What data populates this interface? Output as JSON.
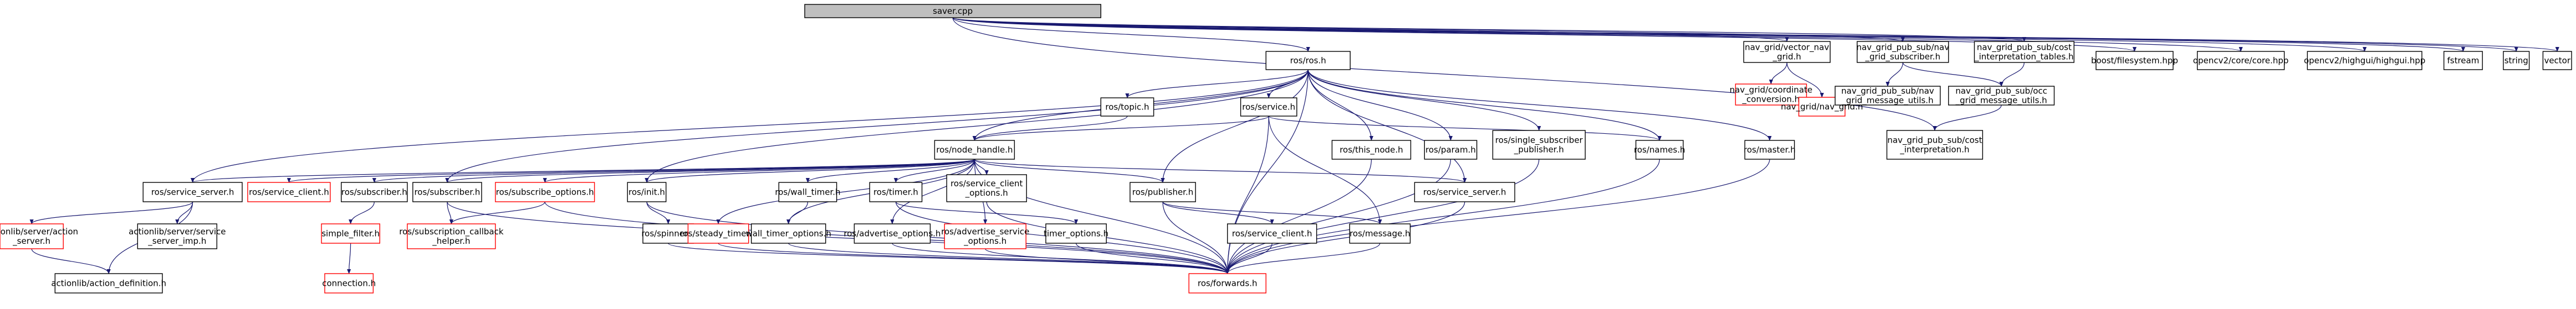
{
  "colors": {
    "box_black": "#000000",
    "box_red": "#ff0000",
    "root_fill": "#bfbfbf",
    "edge": "#191970",
    "text": "#000000"
  },
  "nodes": [
    {
      "id": "saver",
      "lines": [
        "saver.cpp"
      ],
      "red": false,
      "root": true
    },
    {
      "id": "ros_h",
      "lines": [
        "ros/ros.h"
      ],
      "red": false
    },
    {
      "id": "nav_vec",
      "lines": [
        "nav_grid/vector_nav",
        "_grid.h"
      ],
      "red": false
    },
    {
      "id": "nav_sub",
      "lines": [
        "nav_grid_pub_sub/nav",
        "_grid_subscriber.h"
      ],
      "red": false
    },
    {
      "id": "nav_cost_tables",
      "lines": [
        "nav_grid_pub_sub/cost",
        "_interpretation_tables.h"
      ],
      "red": false
    },
    {
      "id": "boost_fs",
      "lines": [
        "boost/filesystem.hpp"
      ],
      "red": false
    },
    {
      "id": "opencv_core",
      "lines": [
        "opencv2/core/core.hpp"
      ],
      "red": false
    },
    {
      "id": "opencv_hg",
      "lines": [
        "opencv2/highgui/highgui.hpp"
      ],
      "red": false
    },
    {
      "id": "fstream",
      "lines": [
        "fstream"
      ],
      "red": false
    },
    {
      "id": "string",
      "lines": [
        "string"
      ],
      "red": false
    },
    {
      "id": "vector",
      "lines": [
        "vector"
      ],
      "red": false
    },
    {
      "id": "ros_topic",
      "lines": [
        "ros/topic.h"
      ],
      "red": false
    },
    {
      "id": "ros_service",
      "lines": [
        "ros/service.h"
      ],
      "red": false
    },
    {
      "id": "nav_coord",
      "lines": [
        "nav_grid/coordinate",
        "_conversion.h"
      ],
      "red": true
    },
    {
      "id": "nav_grid_h",
      "lines": [
        "nav_grid/nav_grid.h"
      ],
      "red": true
    },
    {
      "id": "nav_msg_utils",
      "lines": [
        "nav_grid_pub_sub/nav",
        "_grid_message_utils.h"
      ],
      "red": false
    },
    {
      "id": "nav_occ_utils",
      "lines": [
        "nav_grid_pub_sub/occ",
        "_grid_message_utils.h"
      ],
      "red": false
    },
    {
      "id": "ros_node_handle",
      "lines": [
        "ros/node_handle.h"
      ],
      "red": false
    },
    {
      "id": "ros_this_node",
      "lines": [
        "ros/this_node.h"
      ],
      "red": false
    },
    {
      "id": "ros_param",
      "lines": [
        "ros/param.h"
      ],
      "red": false
    },
    {
      "id": "ros_single_pub",
      "lines": [
        "ros/single_subscriber",
        "_publisher.h"
      ],
      "red": false
    },
    {
      "id": "ros_names",
      "lines": [
        "ros/names.h"
      ],
      "red": false
    },
    {
      "id": "ros_master",
      "lines": [
        "ros/master.h"
      ],
      "red": false
    },
    {
      "id": "nav_cost_interp",
      "lines": [
        "nav_grid_pub_sub/cost",
        "_interpretation.h"
      ],
      "red": false
    },
    {
      "id": "ros_service_server_l",
      "lines": [
        "ros/service_server.h"
      ],
      "red": false
    },
    {
      "id": "ros_service_client_r",
      "lines": [
        "ros/service_client.h"
      ],
      "red": true
    },
    {
      "id": "ros_subscriber_a",
      "lines": [
        "ros/subscriber.h"
      ],
      "red": false
    },
    {
      "id": "ros_subscriber_b",
      "lines": [
        "ros/subscriber.h"
      ],
      "red": false
    },
    {
      "id": "ros_subscribe_options",
      "lines": [
        "ros/subscribe_options.h"
      ],
      "red": true
    },
    {
      "id": "ros_init",
      "lines": [
        "ros/init.h"
      ],
      "red": false
    },
    {
      "id": "ros_wall_timer",
      "lines": [
        "ros/wall_timer.h"
      ],
      "red": false
    },
    {
      "id": "ros_timer",
      "lines": [
        "ros/timer.h"
      ],
      "red": false
    },
    {
      "id": "ros_service_client_opt",
      "lines": [
        "ros/service_client",
        "_options.h"
      ],
      "red": false
    },
    {
      "id": "ros_publisher",
      "lines": [
        "ros/publisher.h"
      ],
      "red": false
    },
    {
      "id": "ros_service_server_r",
      "lines": [
        "ros/service_server.h"
      ],
      "red": false
    },
    {
      "id": "al_server",
      "lines": [
        "actionlib/server/action",
        "_server.h"
      ],
      "red": true
    },
    {
      "id": "al_server_imp",
      "lines": [
        "actionlib/server/service",
        "_server_imp.h"
      ],
      "red": false
    },
    {
      "id": "simple_filter",
      "lines": [
        "simple_filter.h"
      ],
      "red": true
    },
    {
      "id": "sub_cb_helper",
      "lines": [
        "ros/subscription_callback",
        "_helper.h"
      ],
      "red": true
    },
    {
      "id": "ros_spinner",
      "lines": [
        "ros/spinner.h"
      ],
      "red": false
    },
    {
      "id": "ros_steady_timer",
      "lines": [
        "ros/steady_timer.h"
      ],
      "red": true
    },
    {
      "id": "wall_timer_options",
      "lines": [
        "wall_timer_options.h"
      ],
      "red": false
    },
    {
      "id": "ros_advertise_options",
      "lines": [
        "ros/advertise_options.h"
      ],
      "red": false
    },
    {
      "id": "ros_adv_srv_opt",
      "lines": [
        "ros/advertise_service",
        "_options.h"
      ],
      "red": true
    },
    {
      "id": "timer_options",
      "lines": [
        "timer_options.h"
      ],
      "red": false
    },
    {
      "id": "ros_service_client_b",
      "lines": [
        "ros/service_client.h"
      ],
      "red": false
    },
    {
      "id": "ros_message",
      "lines": [
        "ros/message.h"
      ],
      "red": false
    },
    {
      "id": "al_action_def",
      "lines": [
        "actionlib/action_definition.h"
      ],
      "red": false
    },
    {
      "id": "connection",
      "lines": [
        "connection.h"
      ],
      "red": true
    },
    {
      "id": "ros_forwards",
      "lines": [
        "ros/forwards.h"
      ],
      "red": true
    }
  ],
  "edges": [
    [
      "saver",
      "ros_h"
    ],
    [
      "saver",
      "nav_vec"
    ],
    [
      "saver",
      "nav_sub"
    ],
    [
      "saver",
      "nav_cost_tables"
    ],
    [
      "saver",
      "boost_fs"
    ],
    [
      "saver",
      "opencv_core"
    ],
    [
      "saver",
      "opencv_hg"
    ],
    [
      "saver",
      "fstream"
    ],
    [
      "saver",
      "string"
    ],
    [
      "saver",
      "vector"
    ],
    [
      "saver",
      "nav_cost_interp"
    ],
    [
      "nav_vec",
      "nav_coord"
    ],
    [
      "nav_vec",
      "nav_grid_h"
    ],
    [
      "nav_sub",
      "nav_msg_utils"
    ],
    [
      "nav_sub",
      "nav_occ_utils"
    ],
    [
      "nav_cost_tables",
      "nav_occ_utils"
    ],
    [
      "nav_occ_utils",
      "nav_cost_interp"
    ],
    [
      "ros_h",
      "ros_topic"
    ],
    [
      "ros_h",
      "ros_service"
    ],
    [
      "ros_h",
      "ros_node_handle"
    ],
    [
      "ros_h",
      "ros_this_node"
    ],
    [
      "ros_h",
      "ros_param"
    ],
    [
      "ros_h",
      "ros_single_pub"
    ],
    [
      "ros_h",
      "ros_names"
    ],
    [
      "ros_h",
      "ros_master"
    ],
    [
      "ros_h",
      "ros_service_server_l"
    ],
    [
      "ros_h",
      "ros_subscriber_b"
    ],
    [
      "ros_h",
      "ros_init"
    ],
    [
      "ros_h",
      "ros_publisher"
    ],
    [
      "ros_h",
      "ros_service_server_r"
    ],
    [
      "ros_h",
      "ros_forwards"
    ],
    [
      "ros_topic",
      "ros_node_handle"
    ],
    [
      "ros_service",
      "ros_node_handle"
    ],
    [
      "ros_service",
      "ros_names"
    ],
    [
      "ros_service",
      "ros_message"
    ],
    [
      "ros_service",
      "ros_forwards"
    ],
    [
      "ros_node_handle",
      "ros_service_server_l"
    ],
    [
      "ros_node_handle",
      "ros_service_client_r"
    ],
    [
      "ros_node_handle",
      "ros_subscriber_a"
    ],
    [
      "ros_node_handle",
      "ros_subscriber_b"
    ],
    [
      "ros_node_handle",
      "ros_subscribe_options"
    ],
    [
      "ros_node_handle",
      "ros_init"
    ],
    [
      "ros_node_handle",
      "ros_wall_timer"
    ],
    [
      "ros_node_handle",
      "ros_timer"
    ],
    [
      "ros_node_handle",
      "ros_service_client_opt"
    ],
    [
      "ros_node_handle",
      "ros_publisher"
    ],
    [
      "ros_node_handle",
      "ros_service_server_r"
    ],
    [
      "ros_node_handle",
      "ros_steady_timer"
    ],
    [
      "ros_node_handle",
      "wall_timer_options"
    ],
    [
      "ros_node_handle",
      "ros_advertise_options"
    ],
    [
      "ros_node_handle",
      "ros_adv_srv_opt"
    ],
    [
      "ros_node_handle",
      "ros_forwards"
    ],
    [
      "ros_this_node",
      "ros_forwards"
    ],
    [
      "ros_param",
      "ros_forwards"
    ],
    [
      "ros_single_pub",
      "ros_forwards"
    ],
    [
      "ros_names",
      "ros_forwards"
    ],
    [
      "ros_master",
      "ros_forwards"
    ],
    [
      "ros_service_server_l",
      "al_server"
    ],
    [
      "ros_service_server_l",
      "al_server_imp"
    ],
    [
      "ros_service_server_l",
      "al_action_def"
    ],
    [
      "al_server",
      "al_action_def"
    ],
    [
      "ros_subscriber_a",
      "simple_filter"
    ],
    [
      "simple_filter",
      "connection"
    ],
    [
      "ros_subscriber_b",
      "sub_cb_helper"
    ],
    [
      "ros_subscriber_b",
      "ros_forwards"
    ],
    [
      "ros_subscribe_options",
      "sub_cb_helper"
    ],
    [
      "ros_subscribe_options",
      "ros_forwards"
    ],
    [
      "ros_init",
      "ros_spinner"
    ],
    [
      "ros_init",
      "ros_forwards"
    ],
    [
      "ros_wall_timer",
      "wall_timer_options"
    ],
    [
      "ros_timer",
      "timer_options"
    ],
    [
      "ros_timer",
      "ros_forwards"
    ],
    [
      "ros_service_client_opt",
      "ros_forwards"
    ],
    [
      "ros_publisher",
      "ros_message"
    ],
    [
      "ros_publisher",
      "ros_service_client_b"
    ],
    [
      "ros_publisher",
      "ros_forwards"
    ],
    [
      "ros_service_server_r",
      "ros_forwards"
    ],
    [
      "ros_steady_timer",
      "ros_forwards"
    ],
    [
      "wall_timer_options",
      "ros_forwards"
    ],
    [
      "ros_advertise_options",
      "ros_forwards"
    ],
    [
      "ros_adv_srv_opt",
      "ros_forwards"
    ],
    [
      "timer_options",
      "ros_forwards"
    ],
    [
      "ros_service_client_b",
      "ros_forwards"
    ],
    [
      "ros_message",
      "ros_forwards"
    ],
    [
      "ros_spinner",
      "ros_forwards"
    ]
  ]
}
